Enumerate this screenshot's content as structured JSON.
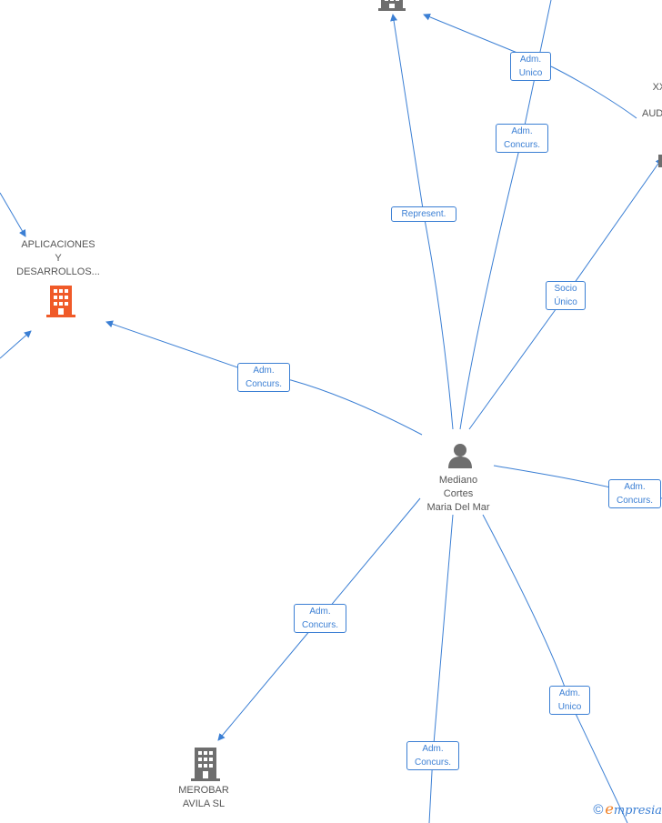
{
  "center_person": {
    "name_lines": [
      "Mediano",
      "Cortes",
      "Maria Del Mar"
    ],
    "icon": "person-icon"
  },
  "companies": {
    "aplicaciones": {
      "lines": [
        "APLICACIONES",
        "Y",
        "DESARROLLOS..."
      ],
      "icon": "building-icon",
      "color": "#f05a28"
    },
    "merobar": {
      "lines": [
        "MEROBAR",
        "AVILA SL"
      ],
      "icon": "building-icon",
      "color": "#6e6e6e"
    },
    "xxi_audit": {
      "lines": [
        "XXI-",
        "AUDIT"
      ],
      "icon": "building-icon",
      "color": "#6e6e6e"
    }
  },
  "relations": {
    "represent": [
      "Represent."
    ],
    "adm_unico_top": [
      "Adm.",
      "Unico"
    ],
    "adm_concurs_top": [
      "Adm.",
      "Concurs."
    ],
    "socio_unico": [
      "Socio",
      "Único"
    ],
    "adm_concurs_left": [
      "Adm.",
      "Concurs."
    ],
    "adm_concurs_right": [
      "Adm.",
      "Concurs."
    ],
    "adm_concurs_lowleft": [
      "Adm.",
      "Concurs."
    ],
    "adm_unico_low": [
      "Adm.",
      "Unico"
    ],
    "adm_concurs_bottom": [
      "Adm.",
      "Concurs."
    ]
  },
  "colors": {
    "edge": "#3b7fd4",
    "node_text": "#555555",
    "highlight_building": "#f05a28",
    "building": "#6e6e6e"
  },
  "watermark": {
    "copyright": "©",
    "brand_e": "e",
    "brand_rest": "mpresia"
  }
}
